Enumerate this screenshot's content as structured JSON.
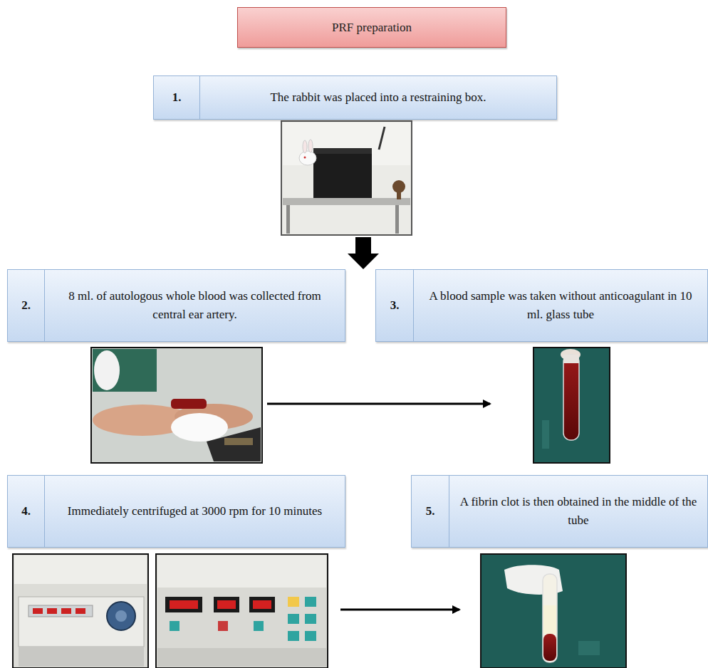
{
  "diagram": {
    "title": "PRF preparation",
    "nodes": [
      {
        "text": [
          "1.",
          "The rabbit was placed into a restraining box."
        ]
      },
      {
        "text": [
          "2.",
          "8 ml. of autologous whole blood was collected from central ear artery."
        ]
      },
      {
        "text": [
          "3.",
          "A blood sample was taken without anticoagulant in 10 ml. glass tube"
        ]
      },
      {
        "text": [
          "4.",
          "Immediately centrifuged at 3000 rpm for 10 minutes"
        ]
      },
      {
        "text": [
          "5.",
          "A fibrin clot is then obtained in the middle of the tube"
        ]
      }
    ]
  }
}
